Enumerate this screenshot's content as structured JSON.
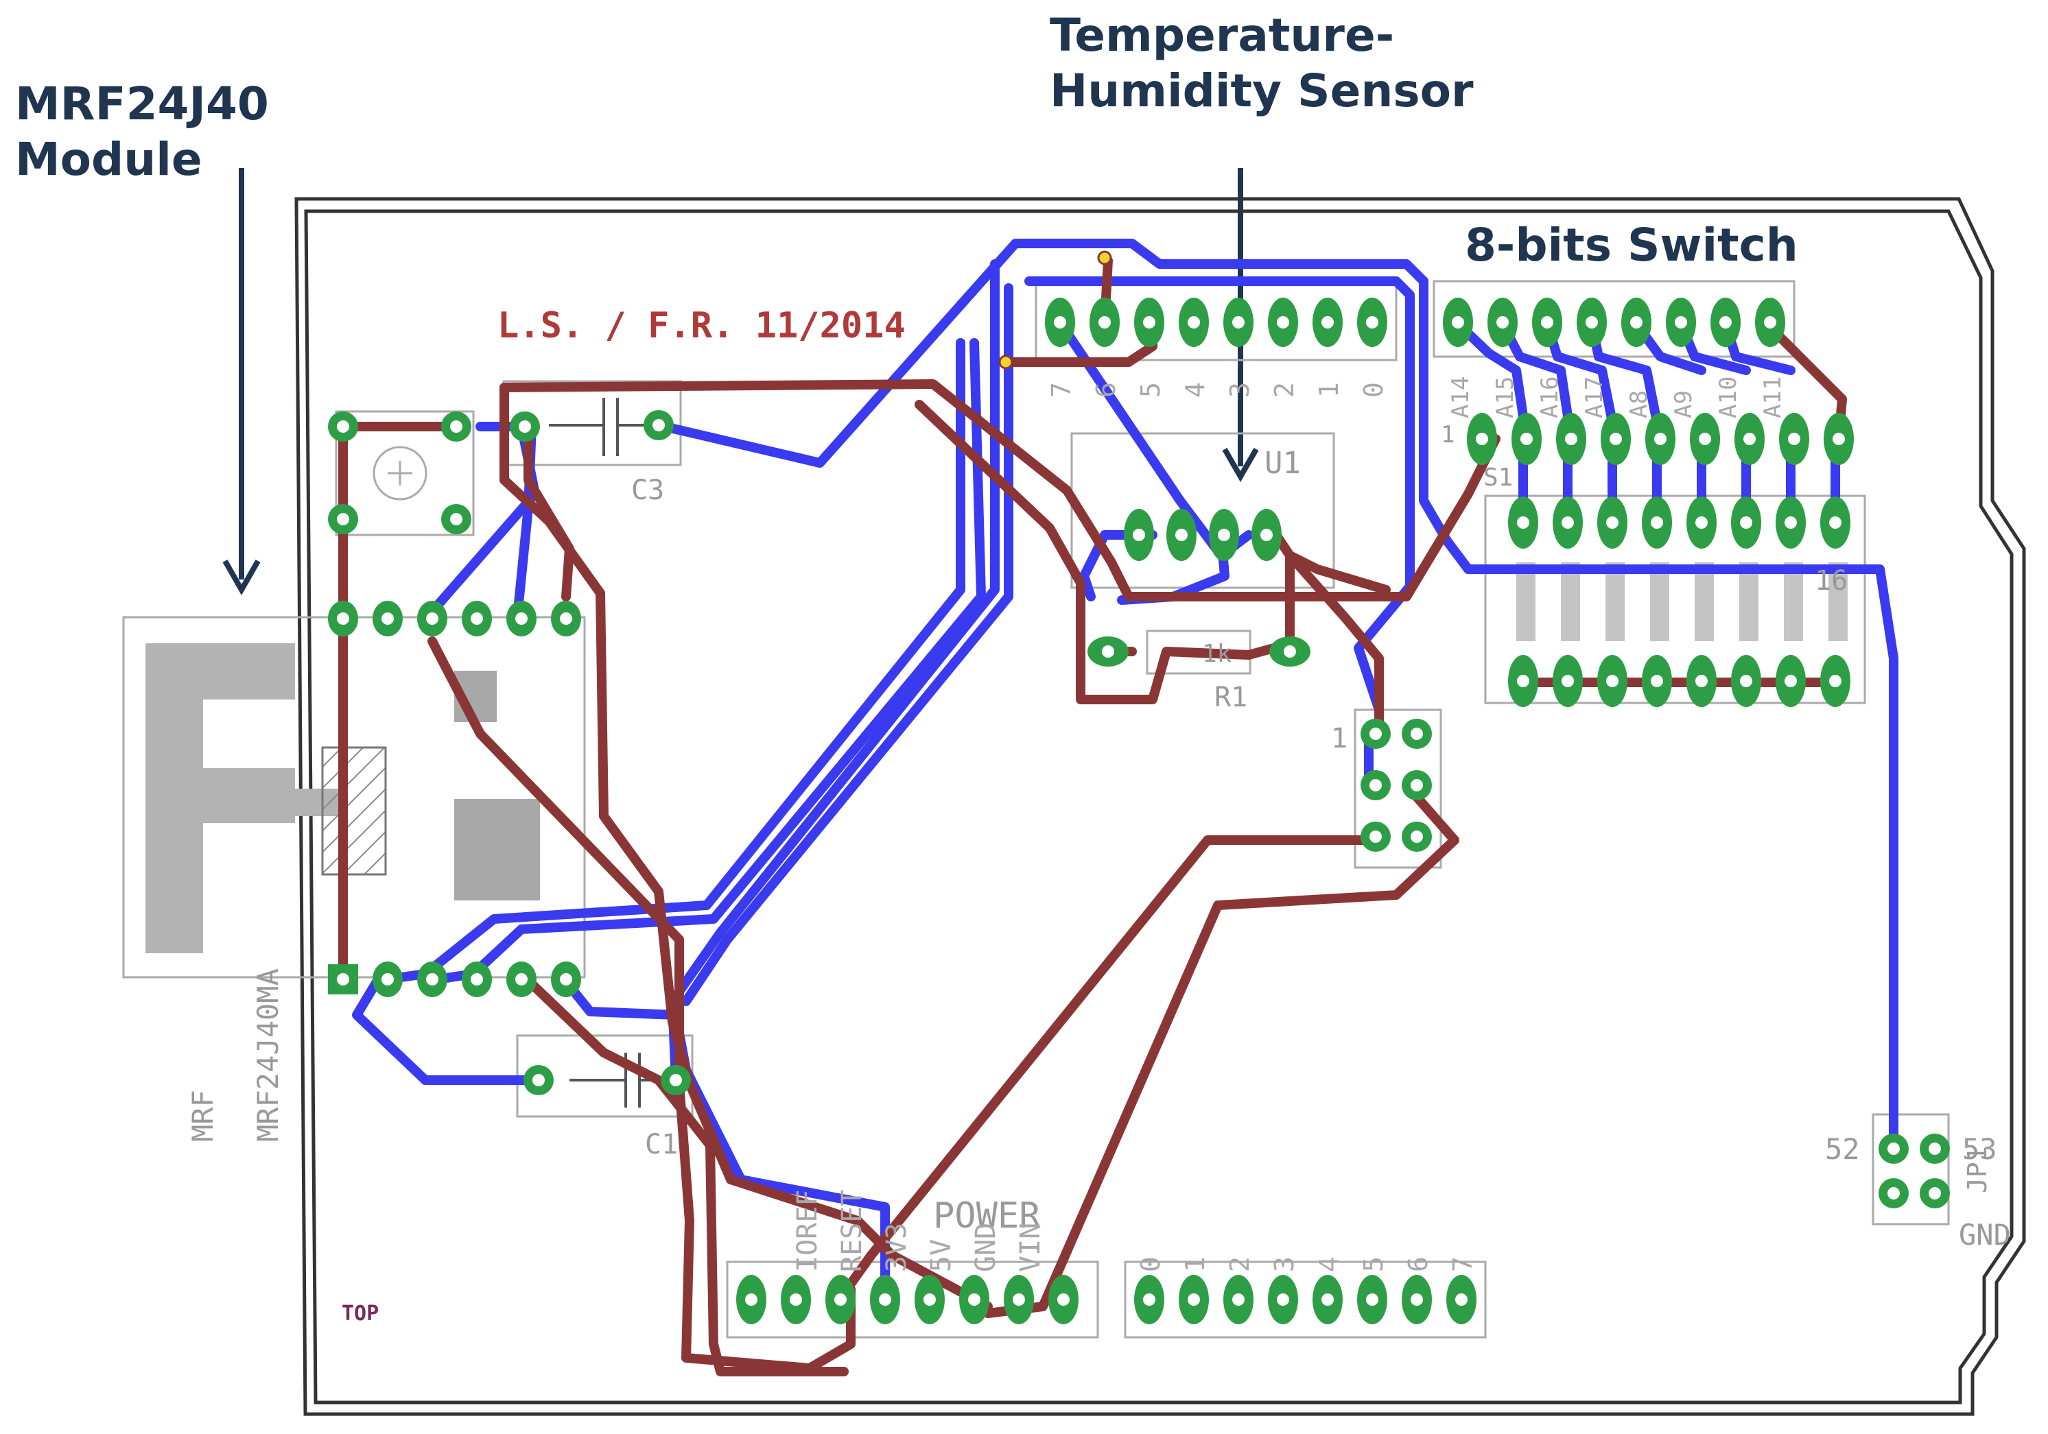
{
  "callouts": {
    "mrf_line1": "MRF24J40",
    "mrf_line2": "Module",
    "sensor_line1": "Temperature-",
    "sensor_line2": "Humidity Sensor",
    "switch": "8-bits Switch"
  },
  "board": {
    "signature": "L.S. / F.R. 11/2014",
    "top_label": "TOP",
    "u1": "U1",
    "r1": "R1",
    "r1_value": "1k",
    "c1": "C1",
    "c3": "C3",
    "s1": "S1",
    "s1_pin1": "1",
    "s1_pin16": "16",
    "header_pin1": "1",
    "mrf_name": "MRF",
    "mrf_value": "MRF24J40MA",
    "power": "POWER",
    "power_pins": [
      "IOREF",
      "RESET",
      "3V3",
      "5V",
      "GND",
      "VIN"
    ],
    "analog_labels": [
      "7",
      "6",
      "5",
      "4",
      "3",
      "2",
      "1",
      "0"
    ],
    "digital_labels": [
      "0",
      "1",
      "2",
      "3",
      "4",
      "5",
      "6",
      "7"
    ],
    "switch_labels": [
      "A14",
      "A15",
      "A16",
      "A17",
      "A8",
      "A9",
      "A10",
      "A11"
    ],
    "jp1": "JP1",
    "jp1_52": "52",
    "jp1_53": "53",
    "jp1_gnd": "GND"
  },
  "colors": {
    "bottom_trace": "#3a3af0",
    "top_trace": "#8b3636",
    "pad": "#2e9e46",
    "hole": "#ffffff",
    "silkscreen": "#a8a8a8",
    "outline": "#333333",
    "callout_text": "#1f3550",
    "signature": "#b03a3a",
    "via": "#f2d52a"
  }
}
